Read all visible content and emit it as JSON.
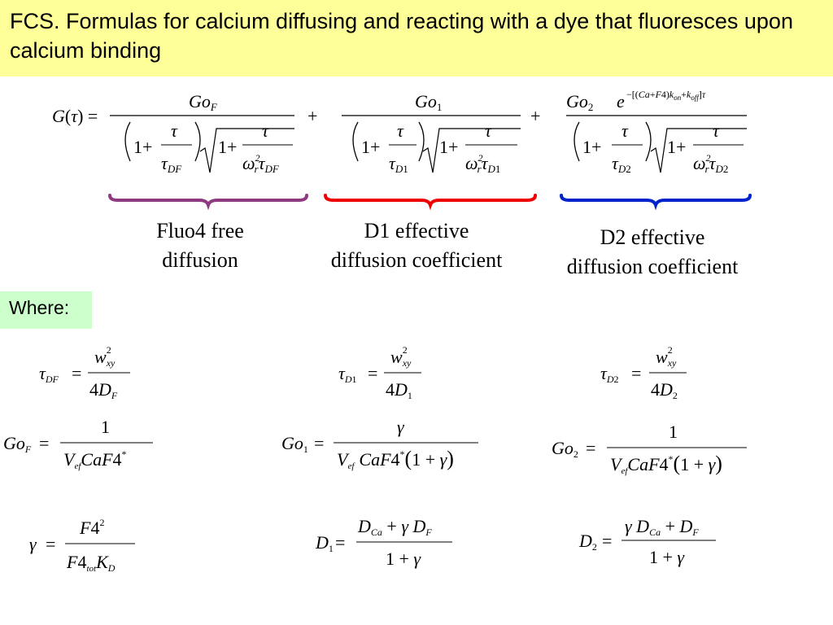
{
  "slide": {
    "title": "FCS. Formulas for calcium diffusing and reacting with a dye that fluoresces upon calcium binding",
    "where_label": "Where:",
    "brace_colors": {
      "fluo4": "#8e3a80",
      "d1": "#ee0000",
      "d2": "#0022cc"
    },
    "terms": [
      {
        "name": "fluo4-free",
        "lines": [
          "Fluo4 free",
          "diffusion"
        ]
      },
      {
        "name": "d1-effective",
        "lines": [
          "D1 effective",
          "diffusion coefficient"
        ]
      },
      {
        "name": "d2-effective",
        "lines": [
          "D2 effective",
          "diffusion coefficient"
        ]
      }
    ]
  }
}
